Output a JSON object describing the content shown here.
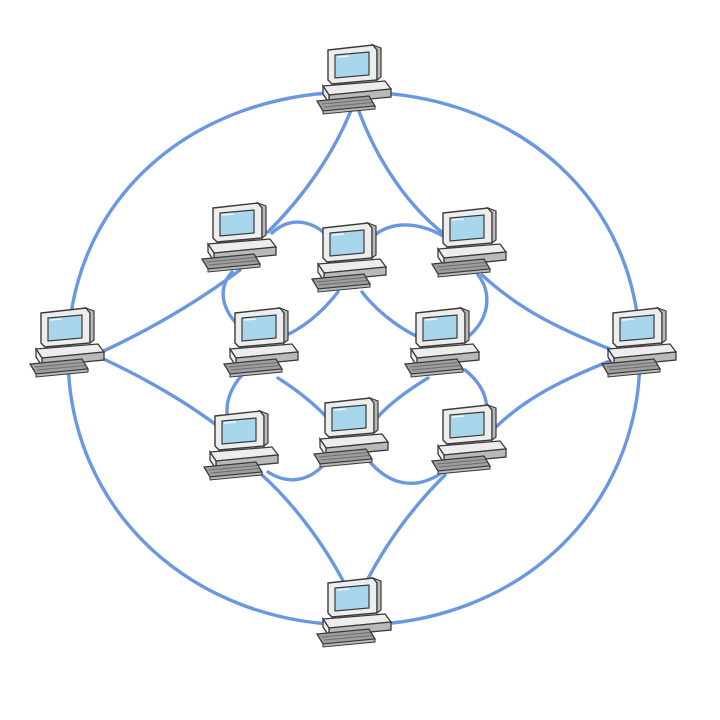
{
  "diagram": {
    "type": "network-topology",
    "link_color": "#6A97E2",
    "node_count": 12,
    "nodes": [
      {
        "id": "outer-top",
        "icon": "desktop-computer-icon"
      },
      {
        "id": "outer-left",
        "icon": "desktop-computer-icon"
      },
      {
        "id": "outer-right",
        "icon": "desktop-computer-icon"
      },
      {
        "id": "outer-bottom",
        "icon": "desktop-computer-icon"
      },
      {
        "id": "middle-top-left",
        "icon": "desktop-computer-icon"
      },
      {
        "id": "middle-top-right",
        "icon": "desktop-computer-icon"
      },
      {
        "id": "middle-bottom-left",
        "icon": "desktop-computer-icon"
      },
      {
        "id": "middle-bottom-right",
        "icon": "desktop-computer-icon"
      },
      {
        "id": "inner-top",
        "icon": "desktop-computer-icon"
      },
      {
        "id": "inner-left",
        "icon": "desktop-computer-icon"
      },
      {
        "id": "inner-right",
        "icon": "desktop-computer-icon"
      },
      {
        "id": "inner-bottom",
        "icon": "desktop-computer-icon"
      }
    ],
    "colors": {
      "case": "#EDEDED",
      "case_shade": "#B9B9B9",
      "screen": "#A8D6EC",
      "outline": "#3A3A3A",
      "keyboard": "#9E9E9E"
    }
  }
}
